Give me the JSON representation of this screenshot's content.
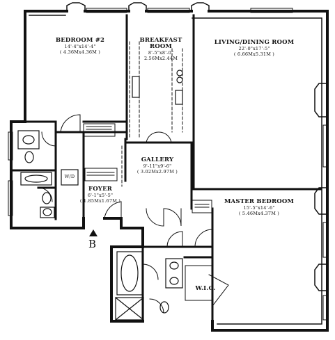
{
  "rooms": {
    "bedroom2": {
      "name": "BEDROOM #2",
      "dim_ft": "14'-4\"x14'-4\"",
      "dim_m": "( 4.36Mx4.36M )"
    },
    "breakfast": {
      "name_line1": "BREAKFAST",
      "name_line2": "ROOM",
      "dim_ft": "8'-5\"x8'-0\"",
      "dim_m": "2.56Mx2.44M"
    },
    "living": {
      "name": "LIVING/DINING ROOM",
      "dim_ft": "22'-0\"x17'-5\"",
      "dim_m": "( 6.66Mx5.31M )"
    },
    "gallery": {
      "name": "GALLERY",
      "dim_ft": "9'-11\"x9'-6\"",
      "dim_m": "( 3.02Mx2.97M )"
    },
    "foyer": {
      "name": "FOYER",
      "dim_ft": "6'-1\"x5'-5\"",
      "dim_m": "( 1.85Mx1.67M )"
    },
    "master": {
      "name": "MASTER BEDROOM",
      "dim_ft": "15'-5\"x14'-6\"",
      "dim_m": "( 5.46Mx4.37M )"
    },
    "wic": {
      "name": "W.I.C."
    }
  },
  "fixtures": {
    "washer_dryer": "W/D"
  },
  "markers": {
    "section_b": "B"
  }
}
